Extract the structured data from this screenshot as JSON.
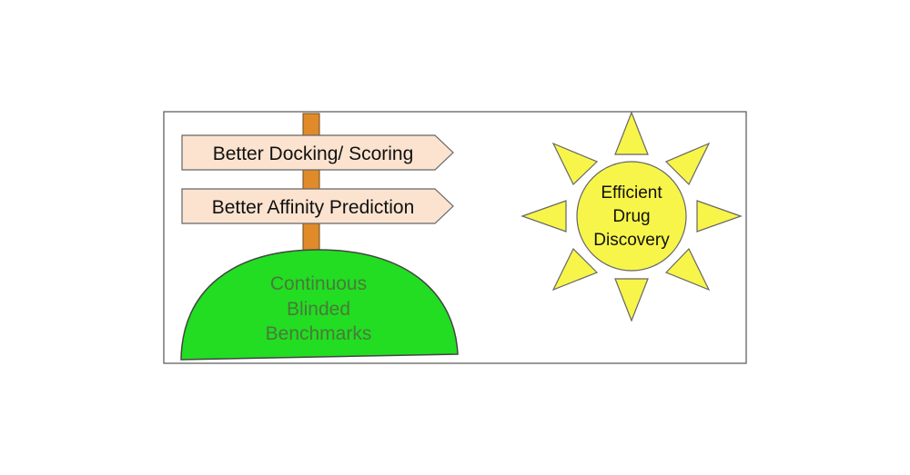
{
  "signpost": {
    "signs": [
      {
        "label": "Better Docking/ Scoring"
      },
      {
        "label": "Better Affinity Prediction"
      }
    ]
  },
  "hill": {
    "lines": [
      "Continuous",
      "Blinded",
      "Benchmarks"
    ]
  },
  "sun": {
    "lines": [
      "Efficient",
      "Drug",
      "Discovery"
    ]
  },
  "colors": {
    "frame": "#555555",
    "post": "#e08a2a",
    "sign_fill": "#fbe3cf",
    "hill_fill": "#22dd22",
    "sun_fill": "#f7f54a"
  }
}
